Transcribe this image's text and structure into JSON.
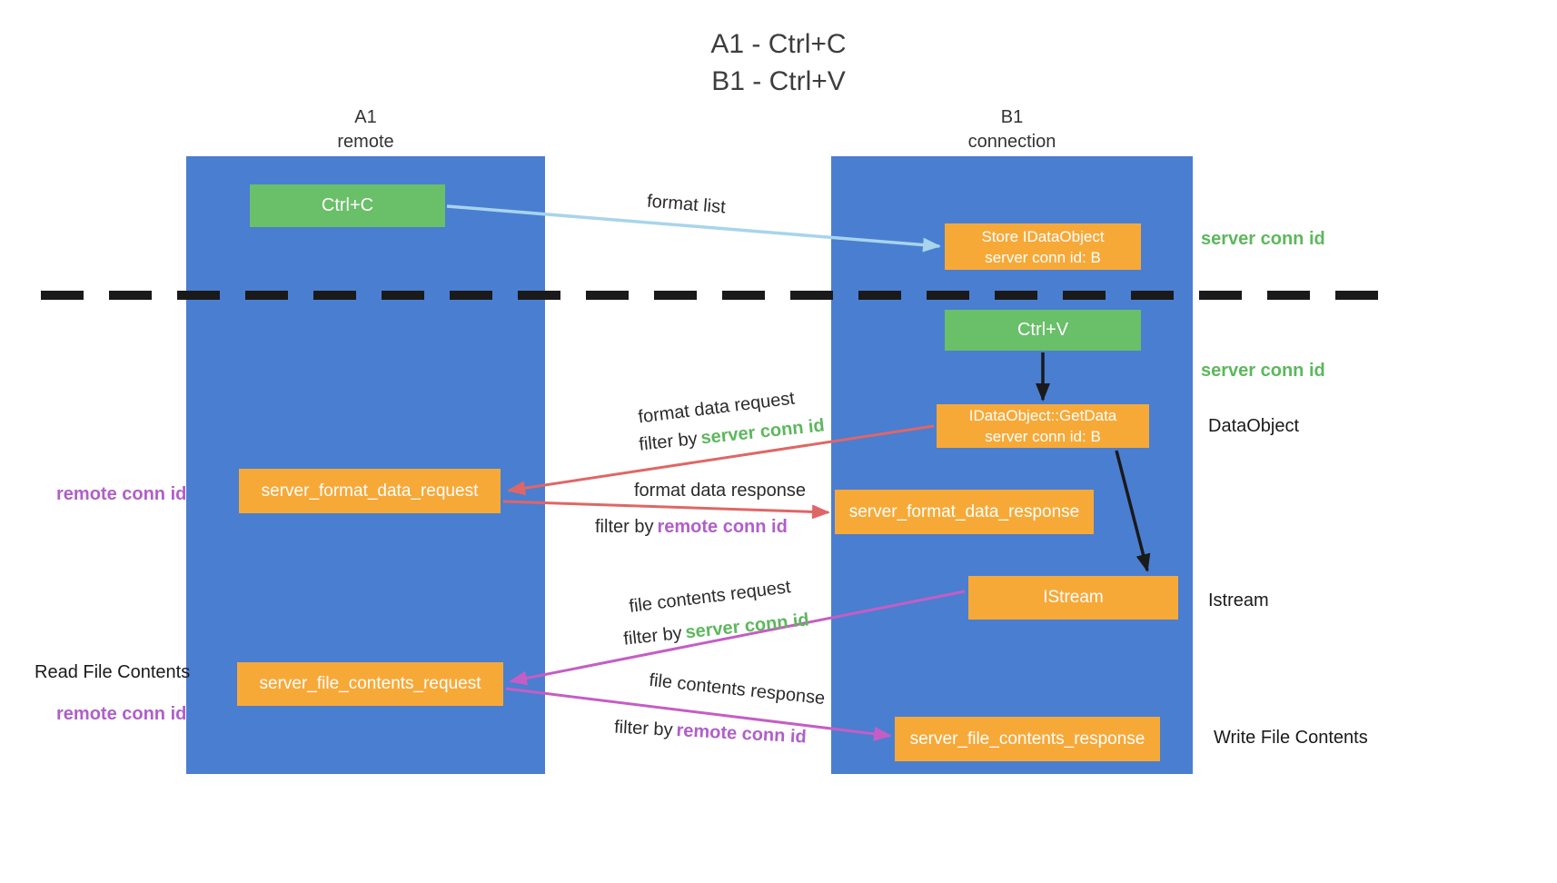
{
  "title": {
    "line1": "A1 - Ctrl+C",
    "line2": "B1 - Ctrl+V"
  },
  "lanes": {
    "left": {
      "header_line1": "A1",
      "header_line2": "remote"
    },
    "right": {
      "header_line1": "B1",
      "header_line2": "connection"
    }
  },
  "nodes": {
    "ctrl_c": {
      "label": "Ctrl+C"
    },
    "store_idataobject": {
      "line1": "Store IDataObject",
      "line2": "server conn id: B"
    },
    "ctrl_v": {
      "label": "Ctrl+V"
    },
    "getdata": {
      "line1": "IDataObject::GetData",
      "line2": "server conn id: B"
    },
    "format_request": {
      "label": "server_format_data_request"
    },
    "format_response": {
      "label": "server_format_data_response"
    },
    "istream": {
      "label": "IStream"
    },
    "file_request": {
      "label": "server_file_contents_request"
    },
    "file_response": {
      "label": "server_file_contents_response"
    }
  },
  "annotations": {
    "server_conn_id_top": "server conn id",
    "server_conn_id_mid": "server conn id",
    "dataobject": "DataObject",
    "istream_side": "Istream",
    "write_file": "Write File Contents",
    "read_file": "Read File Contents",
    "remote_conn_id_top": "remote conn id",
    "remote_conn_id_bottom": "remote conn id"
  },
  "edge_labels": {
    "format_list": "format list",
    "format_data_request": "format data request",
    "filter_by_1": "filter by",
    "filter_val_1": "server conn id",
    "format_data_response": "format data response",
    "filter_by_2": "filter by",
    "filter_val_2": "remote conn id",
    "file_contents_request": "file contents request",
    "filter_by_3": "filter by",
    "filter_val_3": "server conn id",
    "file_contents_response": "file contents response",
    "filter_by_4": "filter by",
    "filter_val_4": "remote conn id"
  },
  "colors": {
    "lane_blue": "#4a7ed1",
    "box_green": "#6abf69",
    "box_orange": "#f7a938",
    "text_green": "#5cb85c",
    "text_purple": "#b05fc9",
    "arrow_red": "#e06666",
    "arrow_purple": "#c45ec4",
    "arrow_light_blue": "#a8d4ec",
    "arrow_black": "#1a1a1a",
    "dashed_divider": "#1a1a1a"
  }
}
